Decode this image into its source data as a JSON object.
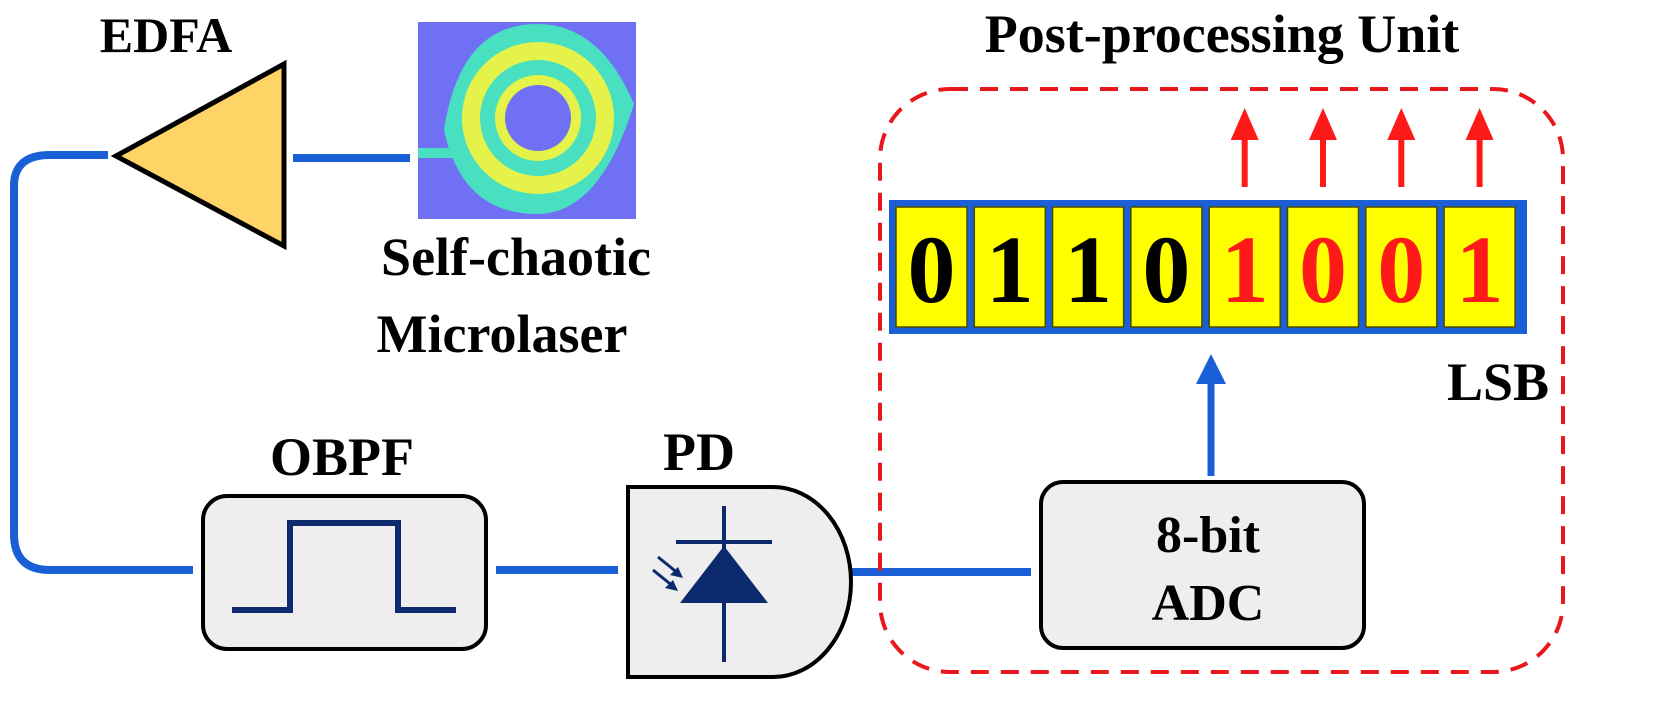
{
  "labels": {
    "edfa": "EDFA",
    "laser_line1": "Self-chaotic",
    "laser_line2": "Microlaser",
    "obpf": "OBPF",
    "pd": "PD",
    "post_processing": "Post-processing Unit",
    "adc_line1": "8-bit",
    "adc_line2": "ADC",
    "lsb": "LSB"
  },
  "bits": [
    {
      "value": "0",
      "color": "#000000"
    },
    {
      "value": "1",
      "color": "#000000"
    },
    {
      "value": "1",
      "color": "#000000"
    },
    {
      "value": "0",
      "color": "#000000"
    },
    {
      "value": "1",
      "color": "#ff1a1a"
    },
    {
      "value": "0",
      "color": "#ff1a1a"
    },
    {
      "value": "0",
      "color": "#ff1a1a"
    },
    {
      "value": "1",
      "color": "#ff1a1a"
    }
  ],
  "output_arrow_count": 4,
  "colors": {
    "fiber": "#1a5fd6",
    "bit_cell_fill": "#ffff00",
    "bit_cell_border": "#1a5fd6",
    "dashed_border": "#e8171c",
    "output_arrows": "#ff1a1a",
    "edfa_fill": "#ffd466",
    "laser_background": "#7070f5",
    "laser_outer_ring": "#48e0c0",
    "laser_inner_ring": "#e4f24a",
    "component_box_fill": "#eeeeee",
    "pd_icon": "#0d2a6e"
  }
}
